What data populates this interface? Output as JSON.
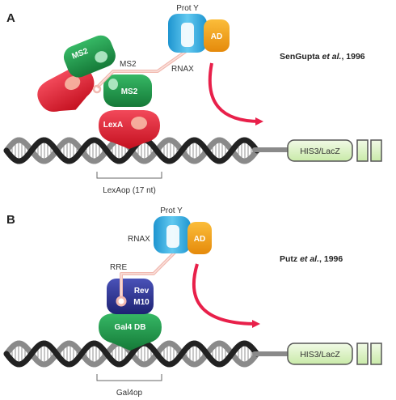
{
  "panels": [
    {
      "letter": "A",
      "citation_author": "SenGupta ",
      "citation_etal": "et al.",
      "citation_year": ", 1996",
      "proteins": {
        "lexa_left": "LexA",
        "lexa_bottom": "LexA",
        "ms2_top": "MS2",
        "ms2_bottom": "MS2",
        "prot_y": "Prot Y",
        "ad": "AD"
      },
      "rna_labels": {
        "ms2": "MS2",
        "rnax": "RNAX"
      },
      "operator_label": "LexAop (17 nt)",
      "reporter": "HIS3/LacZ"
    },
    {
      "letter": "B",
      "citation_author": "Putz ",
      "citation_etal": "et al.",
      "citation_year": ", 1996",
      "proteins": {
        "rev_line1": "Rev",
        "rev_line2": "M10",
        "gal4": "Gal4 DB",
        "prot_y": "Prot Y",
        "ad": "AD"
      },
      "rna_labels": {
        "rre": "RRE",
        "rnax": "RNAX"
      },
      "operator_label": "Gal4op",
      "reporter": "HIS3/LacZ"
    }
  ],
  "colors": {
    "lexa_red": "#e0223a",
    "ms2_green": "#1f9a4a",
    "gal4_green": "#1e8a42",
    "rev_blue": "#2a2f8f",
    "prot_y_cyan": "#29a9e0",
    "ad_orange": "#f5a01a",
    "arrow_red": "#e8204a",
    "dna_dark": "#222222",
    "dna_gray": "#8a8a8a",
    "reporter_green": "#dff3c8",
    "rna_pink": "#f1b9b0"
  }
}
